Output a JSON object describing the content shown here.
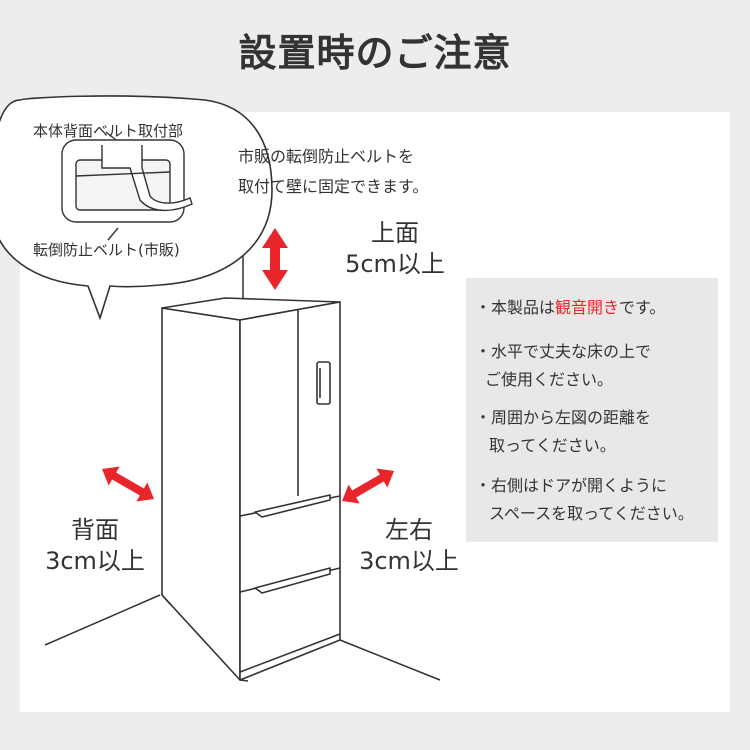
{
  "title": "設置時のご注意",
  "bubble": {
    "label_top": "本体背面ベルト取付部",
    "label_bottom": "転倒防止ベルト(市販)"
  },
  "note": {
    "line1": "市販の転倒防止ベルトを",
    "line2": "取付て壁に固定できます。"
  },
  "clearance": {
    "top": {
      "label": "上面",
      "value": "5cm以上"
    },
    "back": {
      "label": "背面",
      "value": "3cm以上"
    },
    "sides": {
      "label": "左右",
      "value": "3cm以上"
    }
  },
  "info": {
    "item1_prefix": "・本製品は",
    "item1_highlight": "観音開き",
    "item1_suffix": "です。",
    "item2_line1": "・水平で丈夫な床の上で",
    "item2_line2": "ご使用ください。",
    "item3_line1": "・周囲から左図の距離を",
    "item3_line2": "取ってください。",
    "item4_line1": "・右側はドアが開くように",
    "item4_line2": "スペースを取ってください。"
  },
  "colors": {
    "arrow": "#e8252a",
    "highlight": "#e8252a",
    "panel": "#ffffff",
    "background": "#ededed",
    "infobox": "#e8e8e8"
  },
  "icons": [
    "double-arrow-icon",
    "refrigerator-illustration",
    "belt-bracket-illustration"
  ]
}
